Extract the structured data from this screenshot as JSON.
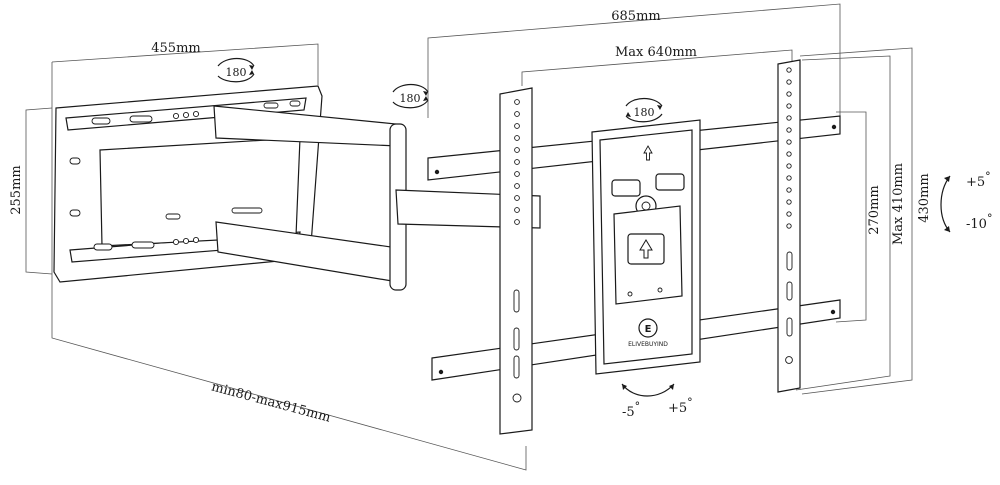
{
  "dimensions": {
    "plate_width": "455mm",
    "plate_height": "255mm",
    "extension": "min80-max915mm",
    "rail_length": "685mm",
    "max_width": "Max 640mm",
    "max_height": "Max 410mm",
    "rail_gap": "270mm",
    "overall_height": "430mm"
  },
  "rotations": {
    "wall_swivel": "180",
    "arm_swivel": "180",
    "head_swivel": "180"
  },
  "tilt": {
    "up": "+5",
    "down": "-10",
    "degree_symbol": "°"
  },
  "level": {
    "left": "-5",
    "right": "+5",
    "degree_symbol": "°"
  },
  "logo": {
    "brand": "ELIVEBUYIND"
  }
}
